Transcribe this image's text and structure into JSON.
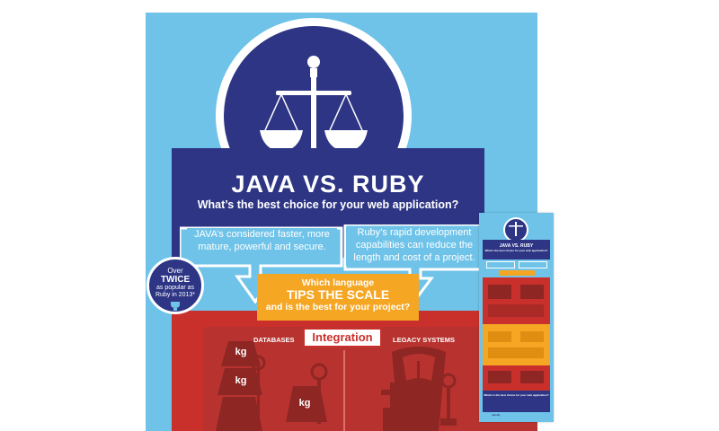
{
  "poster": {
    "title": "JAVA VS. RUBY",
    "subtitle": "What’s the best choice for your web application?",
    "java_callout": "JAVA’s considered faster, more mature, powerful and secure.",
    "ruby_callout": "Ruby’s rapid development capabilities can reduce the length and cost of a project.",
    "tips_line1": "Which language",
    "tips_line2": "TIPS THE SCALE",
    "tips_line3": "and is the best for your project?",
    "badge_line1": "Over",
    "badge_line2": "TWICE",
    "badge_line3": "as popular as Ruby in 2013*",
    "integration_label": "Integration",
    "databases_label": "DATABASES",
    "legacy_label": "LEGACY SYSTEMS",
    "weight_label": "kg",
    "icons": [
      "scale-icon",
      "trophy-icon",
      "kg-weight-icon",
      "gauge-icon",
      "bathroom-scale-icon",
      "faucet-icon"
    ]
  },
  "thumbnail": {
    "title": "JAVA VS. RUBY",
    "subtitle": "What’s the best choice for your web application?",
    "footer_question": "Which is the best choice for your web application?",
    "logo_text": "salsify"
  },
  "colors": {
    "sky": "#6fc3e8",
    "navy": "#2d3584",
    "red": "#c9302c",
    "orange": "#f5a623",
    "white": "#ffffff"
  }
}
